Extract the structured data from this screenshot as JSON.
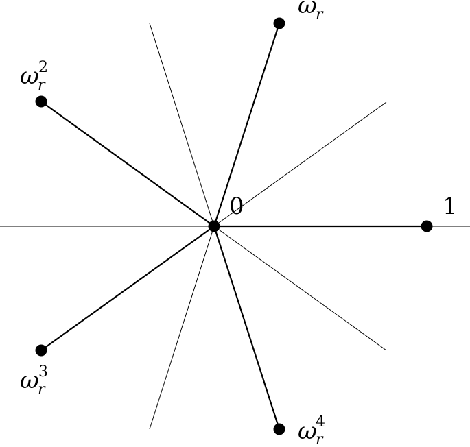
{
  "labels": {
    "origin": "0",
    "one": "1",
    "root_base": "ω",
    "root_sub": "r",
    "power_2": "2",
    "power_3": "3",
    "power_4": "4"
  }
}
